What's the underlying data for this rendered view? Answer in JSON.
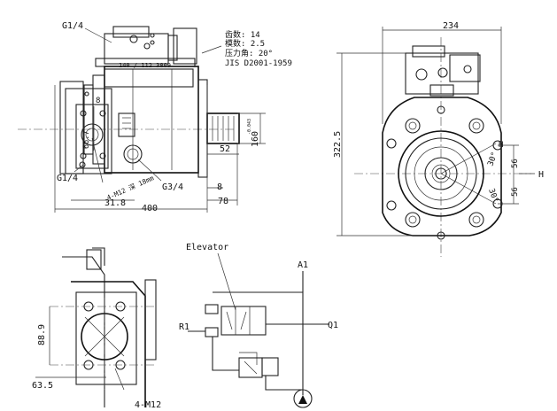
{
  "port_labels": {
    "g14_top": "G1/4",
    "g14_left": "G1/4",
    "g34": "G3/4",
    "bolt_note": "4-M12 深 18mm",
    "bolt_note_bottom": "4-M12",
    "a1": "A1",
    "r1": "R1",
    "q1": "Q1",
    "h": "H",
    "elevator": "Elevator"
  },
  "spec_block": {
    "teeth": "齿数: 14",
    "module": "模数: 2.5",
    "pressure_angle": "压力角: 20°",
    "standard": "JIS D2001-1959"
  },
  "dimensions": {
    "dim_plate": "140 / 112 3809",
    "dim_8_top": "8",
    "dim_66_7": "66.7",
    "dim_31_8": "31.8",
    "dim_400": "400",
    "dim_52": "52",
    "dim_160": "160",
    "dim_160_tol": "-0.043",
    "dim_8_right": "8",
    "dim_78": "78",
    "dim_234": "234",
    "dim_322_5": "322.5",
    "dim_30_upper": "30°",
    "dim_30_lower": "30°",
    "dim_56_upper": "56",
    "dim_56_lower": "56",
    "dim_88_9": "88.9",
    "dim_63_5": "63.5"
  }
}
